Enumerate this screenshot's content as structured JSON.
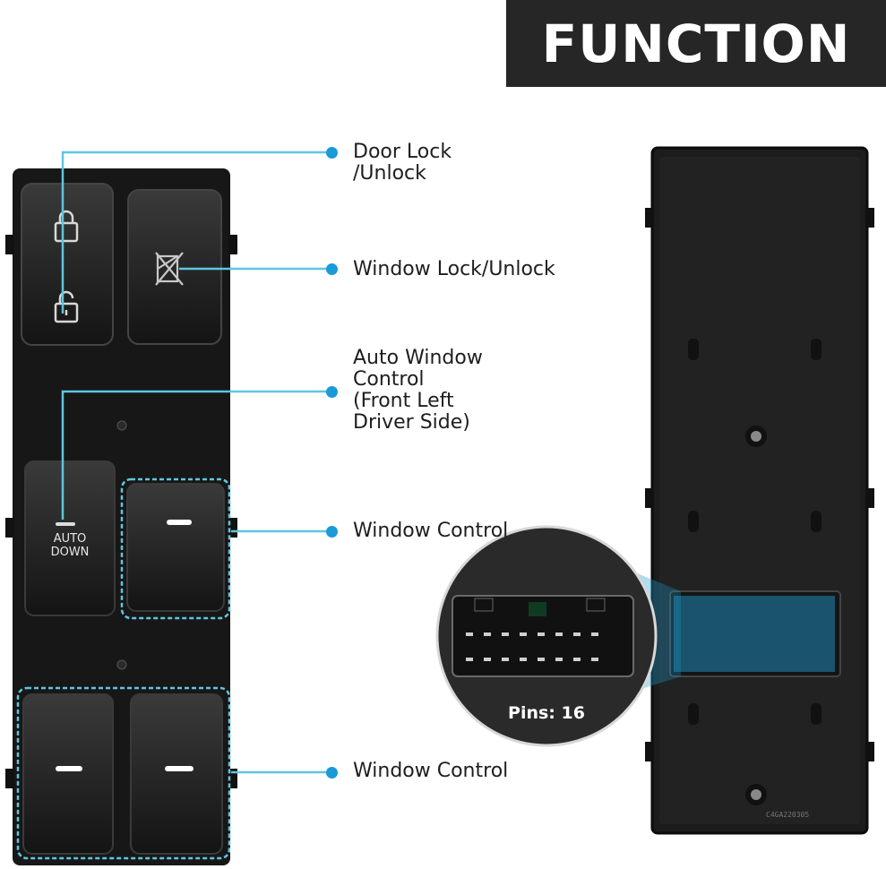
{
  "banner": {
    "title": "FUNCTION"
  },
  "labels": {
    "door_lock": "Door Lock\n/Unlock",
    "window_lock": "Window Lock/Unlock",
    "auto_window": "Auto Window\nControl\n(Front Left\nDriver Side)",
    "window_control_1": "Window Control",
    "window_control_2": "Window Control"
  },
  "switch": {
    "auto_down_label": "AUTO\nDOWN"
  },
  "connector": {
    "pins_label": "Pins: 16"
  },
  "back": {
    "part_code": "C4GA220305"
  },
  "colors": {
    "callout": "#1a9ad6",
    "banner_bg": "#262626",
    "highlight": "#5fc6e0"
  },
  "icons": [
    "lock-closed-icon",
    "lock-open-icon",
    "window-lock-icon"
  ]
}
